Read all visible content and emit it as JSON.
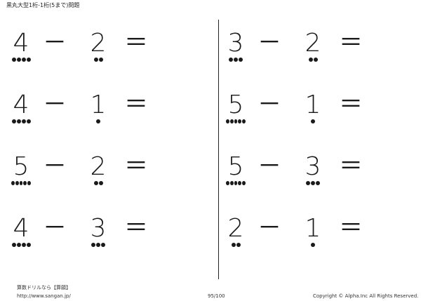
{
  "header": {
    "title": "黒丸大型1桁-1桁(5まで)問題"
  },
  "minus_sign": "－",
  "equals_sign": "＝",
  "problems": [
    {
      "a": "4",
      "b": "2"
    },
    {
      "a": "3",
      "b": "2"
    },
    {
      "a": "4",
      "b": "1"
    },
    {
      "a": "5",
      "b": "1"
    },
    {
      "a": "5",
      "b": "2"
    },
    {
      "a": "5",
      "b": "3"
    },
    {
      "a": "4",
      "b": "3"
    },
    {
      "a": "2",
      "b": "1"
    }
  ],
  "footer": {
    "site_name": "算数ドリルなら【算願】",
    "url": "http://www.sangan.jp/",
    "page": "95/100",
    "copyright": "Copyright © Alpha.Inc All Rights Reserved."
  }
}
